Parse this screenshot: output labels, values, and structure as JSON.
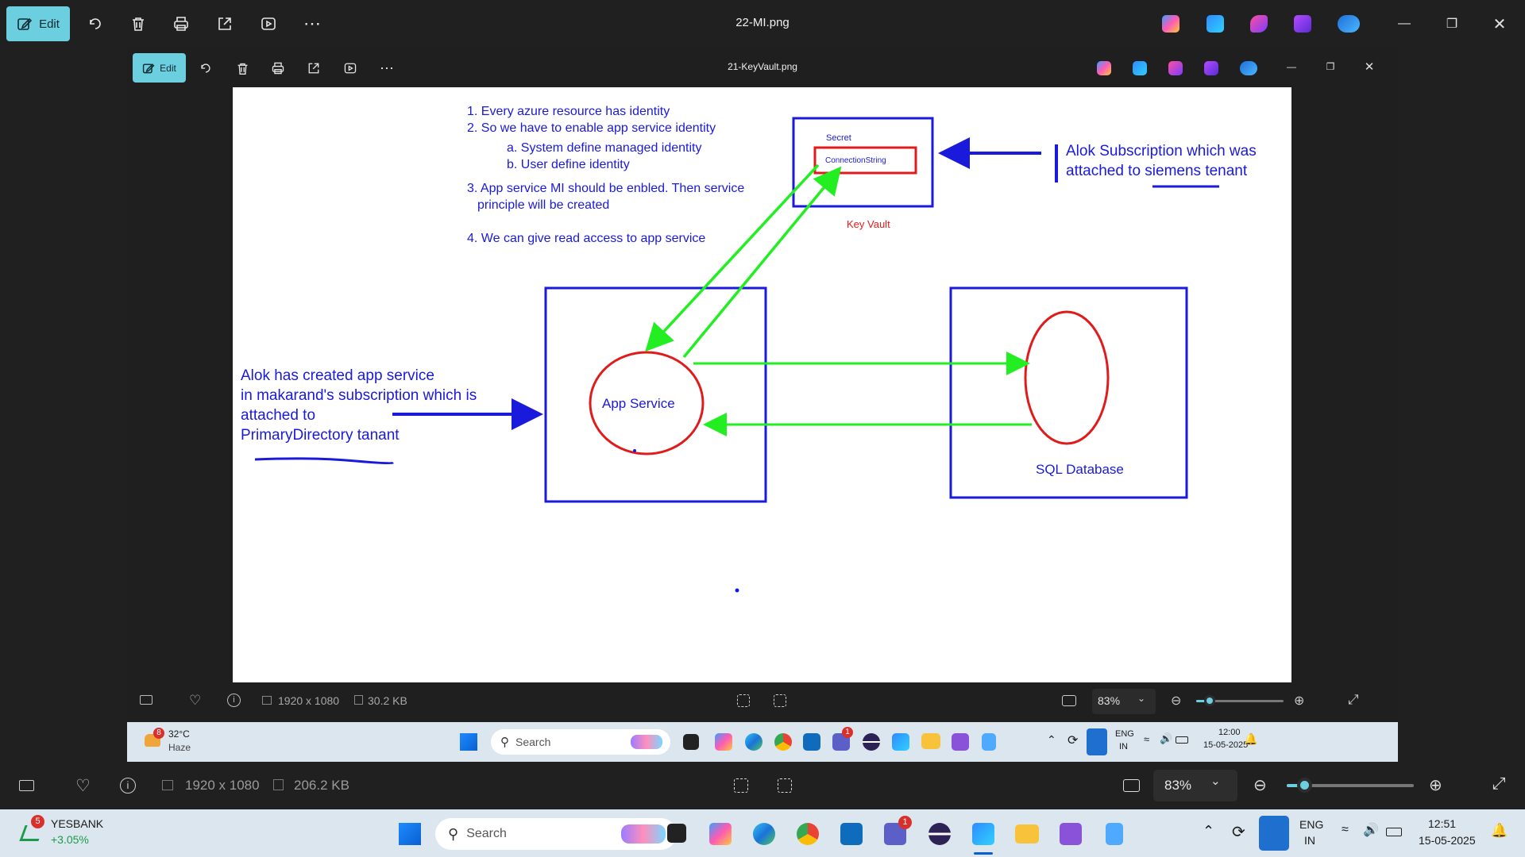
{
  "outer_window": {
    "title": "22-MI.png",
    "edit_label": "Edit",
    "status": {
      "dimensions": "1920 x 1080",
      "size": "206.2 KB",
      "zoom": "83%"
    }
  },
  "inner_window": {
    "title": "21-KeyVault.png",
    "edit_label": "Edit",
    "status": {
      "dimensions": "1920 x 1080",
      "size": "30.2 KB",
      "zoom": "83%"
    }
  },
  "diagram": {
    "notes": [
      "1. Every azure resource has identity",
      "2. So we have to enable app service identity",
      "a. System define managed identity",
      "b. User define identity",
      "3. App service MI should be enbled. Then service",
      "principle will be created",
      "4. We can give read access to app service"
    ],
    "keyvault_secret": "Secret",
    "keyvault_connection": "ConnectionString",
    "keyvault_label": "Key Vault",
    "subscription_note_1": "Alok Subscription which was",
    "subscription_note_2": "attached to siemens tenant",
    "app_service_label": "App Service",
    "sql_label": "SQL Database",
    "alok_note": [
      "Alok has created app service",
      "in makarand's subscription which is",
      "attached to",
      "PrimaryDirectory tanant"
    ]
  },
  "inner_taskbar": {
    "weather_temp": "32°C",
    "weather_desc": "Haze",
    "weather_badge": "8",
    "search_placeholder": "Search",
    "teams_badge": "1",
    "lang_1": "ENG",
    "lang_2": "IN",
    "time": "12:00",
    "date": "15-05-2025"
  },
  "outer_taskbar": {
    "stock_name": "YESBANK",
    "stock_change": "+3.05%",
    "stock_badge": "5",
    "search_placeholder": "Search",
    "teams_badge": "1",
    "lang_1": "ENG",
    "lang_2": "IN",
    "time": "12:51",
    "date": "15-05-2025"
  },
  "colors": {
    "accent": "#6ccfe0",
    "diagram_blue": "#1a1adc",
    "diagram_red": "#e01b1b",
    "diagram_green": "#22ee22"
  }
}
